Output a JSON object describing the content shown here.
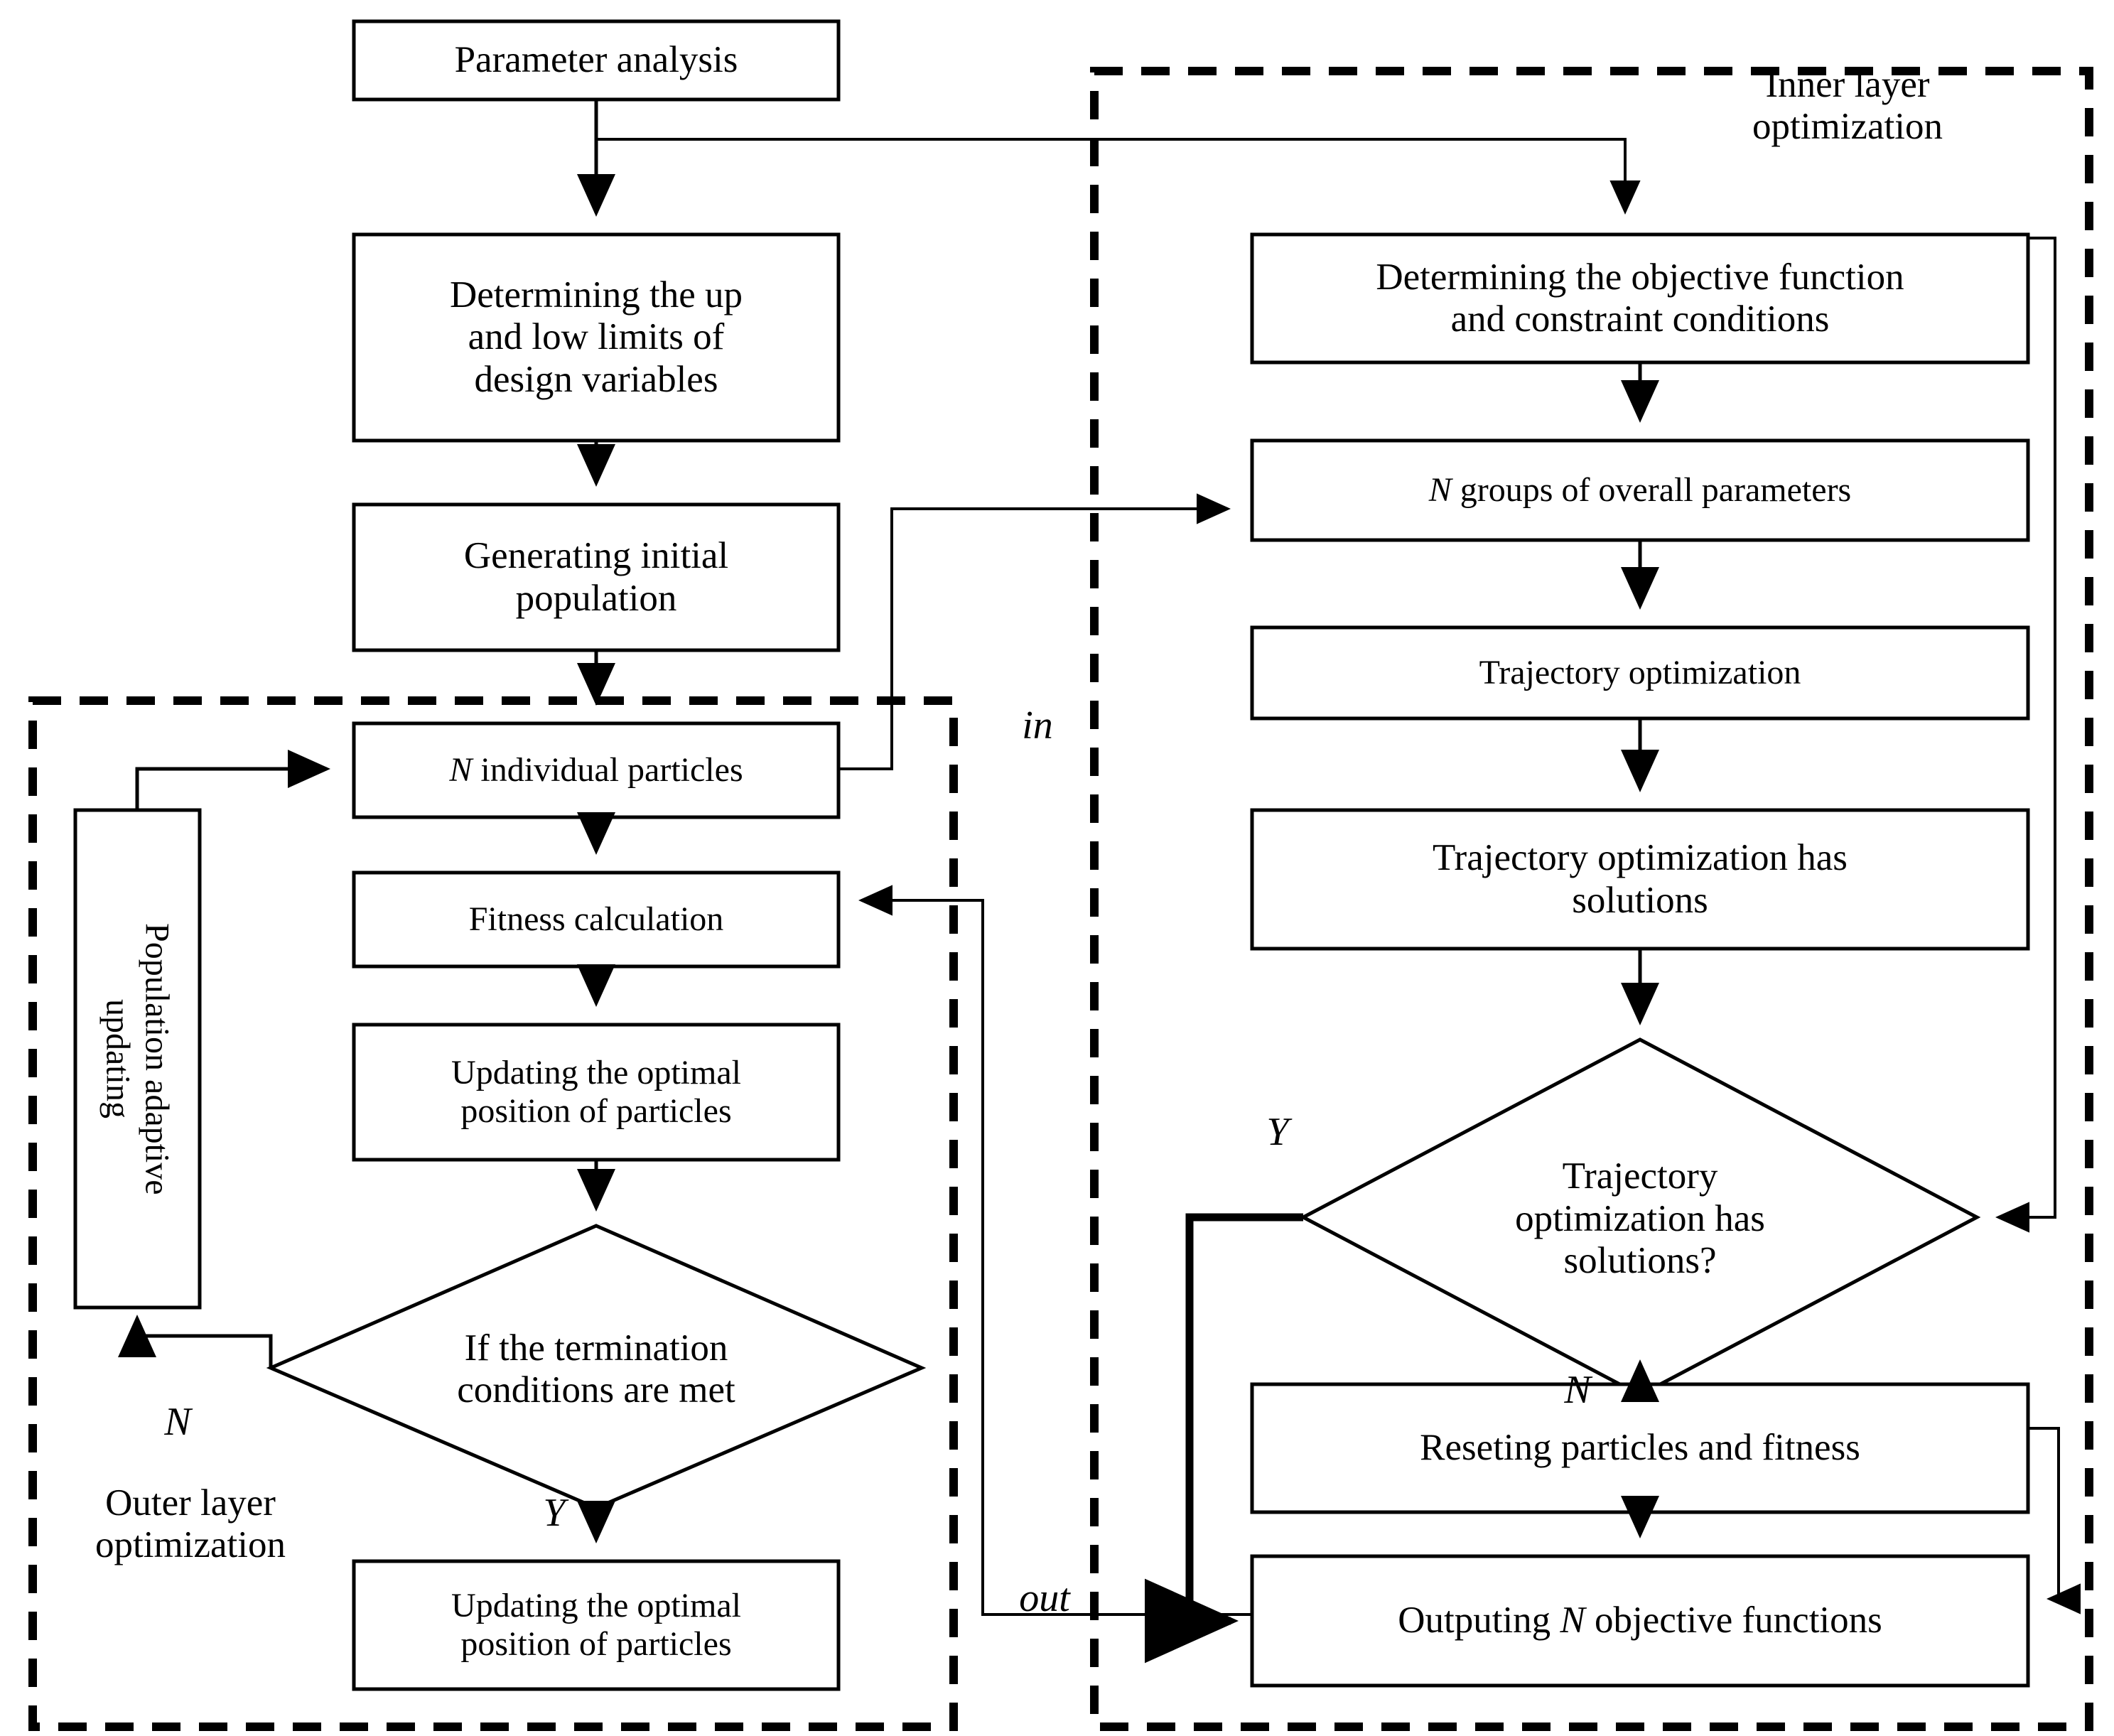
{
  "diagram": {
    "title_present": false,
    "groups": [
      {
        "id": "inner",
        "label": "Inner layer\noptimization"
      },
      {
        "id": "outer",
        "label": "Outer layer\noptimization"
      }
    ],
    "nodes": {
      "parameter_analysis": "Parameter analysis",
      "determining_limits": "Determining the up\nand low limits of\ndesign variables",
      "generating_population": "Generating initial\npopulation",
      "n_individual_particles": "N individual particles",
      "fitness_calculation": "Fitness calculation",
      "updating_optimal_position_1": "Updating the optimal\nposition of particles",
      "termination_diamond": "If the termination\nconditions are met",
      "updating_optimal_position_2": "Updating the optimal\nposition of particles",
      "population_adaptive_updating": "Population adaptive\nupdating",
      "determining_objective": "Determining the objective function\nand constraint conditions",
      "n_groups_parameters": "N groups of overall parameters",
      "trajectory_optimization": "Trajectory optimization",
      "trajectory_has_solutions": "Trajectory optimization has\nsolutions",
      "trajectory_has_solutions_q": "Trajectory\noptimization has\nsolutions?",
      "reseting_particles": "Reseting particles and fitness",
      "outputing_objectives": "Outputing N objective functions"
    },
    "node_italic_prefix": {
      "n_individual_particles": "N",
      "n_groups_parameters": "N"
    },
    "edge_labels": {
      "in": "in",
      "out": "out",
      "left_diamond_no": "N",
      "left_diamond_yes": "Y",
      "right_diamond_yes": "Y",
      "right_diamond_no": "N"
    },
    "colors": {
      "stroke": "#000000",
      "fill": "#ffffff",
      "background": "#ffffff"
    }
  }
}
